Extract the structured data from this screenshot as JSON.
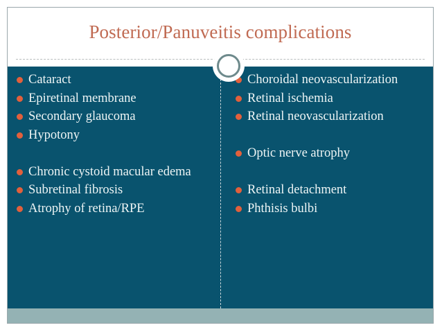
{
  "slide": {
    "title": "Posterior/Panuveitis complications",
    "colors": {
      "title_text": "#c06a52",
      "body_background": "#09536e",
      "body_text": "#eef5f5",
      "bullet_marker": "#e2603c",
      "bottom_band": "#94b2b4",
      "ring_stroke": "#6e8a8c",
      "slide_border": "#9aa7ab",
      "divider_dash": "#c9d6da",
      "title_rule_dash": "#b9bdbe"
    },
    "ornament": {
      "ring": "circle-ring-ornament"
    },
    "left_column": [
      {
        "text": "Cataract",
        "spacer": false
      },
      {
        "text": "Epiretinal membrane",
        "spacer": false
      },
      {
        "text": "Secondary glaucoma",
        "spacer": false
      },
      {
        "text": "Hypotony",
        "spacer": false
      },
      {
        "text": "",
        "spacer": true
      },
      {
        "text": "Chronic cystoid macular edema",
        "spacer": false
      },
      {
        "text": "Subretinal fibrosis",
        "spacer": false
      },
      {
        "text": "Atrophy of retina/RPE",
        "spacer": false
      }
    ],
    "right_column": [
      {
        "text": "Choroidal neovascularization",
        "spacer": false
      },
      {
        "text": "Retinal ischemia",
        "spacer": false
      },
      {
        "text": "Retinal neovascularization",
        "spacer": false
      },
      {
        "text": "",
        "spacer": true
      },
      {
        "text": "Optic nerve atrophy",
        "spacer": false
      },
      {
        "text": "",
        "spacer": true
      },
      {
        "text": "Retinal detachment",
        "spacer": false
      },
      {
        "text": "Phthisis bulbi",
        "spacer": false
      }
    ]
  }
}
